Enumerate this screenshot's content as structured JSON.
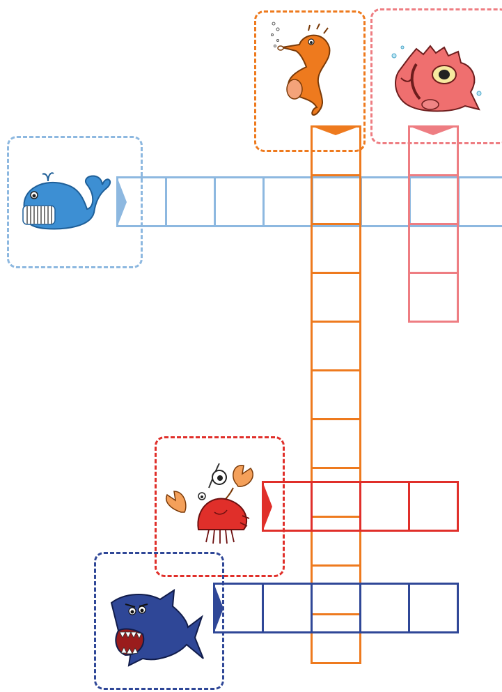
{
  "puzzle": {
    "colors": {
      "whale": "#8db8e0",
      "seahorse": "#ee7a1e",
      "fish": "#ee7d82",
      "crab": "#e02f2a",
      "shark": "#2f4797"
    },
    "clues": [
      {
        "id": "whale",
        "icon": "whale-icon",
        "direction": "across",
        "length": 8
      },
      {
        "id": "seahorse",
        "icon": "seahorse-icon",
        "direction": "down",
        "length": 11
      },
      {
        "id": "fish",
        "icon": "fish-icon",
        "direction": "down",
        "length": 4
      },
      {
        "id": "crab",
        "icon": "crab-icon",
        "direction": "across",
        "length": 4
      },
      {
        "id": "shark",
        "icon": "shark-icon",
        "direction": "across",
        "length": 5
      }
    ]
  }
}
